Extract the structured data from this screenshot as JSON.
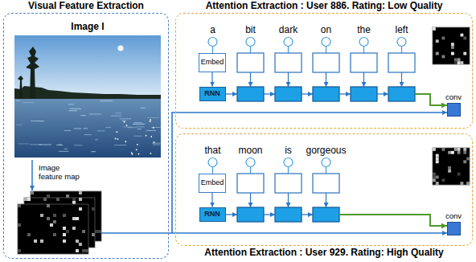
{
  "diagram": {
    "nodes": [
      {
        "text": [
          "Visual Feature Extraction"
        ]
      },
      {
        "text": [
          "Attention Extraction : User 886. Rating: Low Quality"
        ]
      },
      {
        "text": [
          "Embed"
        ],
        "in": 1
      },
      {
        "text": [
          "RNN"
        ],
        "in": 1
      },
      {
        "text": [
          "conv"
        ],
        "in": 1
      },
      {
        "text": [
          "Attention Extraction : User 929. Rating: High Quality"
        ]
      },
      {
        "text": [
          "Embed"
        ],
        "in": 5
      },
      {
        "text": [
          "RNN"
        ],
        "in": 5
      },
      {
        "text": [
          "conv"
        ],
        "in": 5
      }
    ],
    "edges": [
      {
        "from": 2,
        "to": 3,
        "arrow": "to"
      },
      {
        "from": 6,
        "to": 7,
        "arrow": "to"
      }
    ],
    "labels": [
      "Image I",
      "Image feature map",
      "a",
      "bit",
      "dark",
      "on",
      "the",
      "left",
      "that",
      "moon",
      "is",
      "gorgeous"
    ]
  }
}
